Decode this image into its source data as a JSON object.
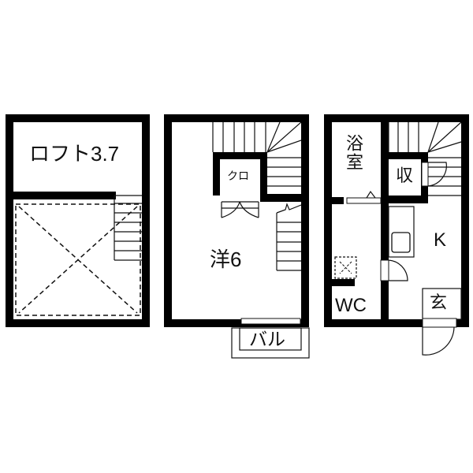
{
  "floor_plan": {
    "colors": {
      "wall": "#000000",
      "background": "#ffffff",
      "line": "#111111"
    },
    "panels": [
      {
        "id": "loft",
        "rooms": [
          {
            "label": "ロフト3.7"
          }
        ]
      },
      {
        "id": "second_floor",
        "rooms": [
          {
            "label": "洋6"
          },
          {
            "label": "クロ"
          },
          {
            "label": "バル"
          }
        ]
      },
      {
        "id": "first_floor",
        "rooms": [
          {
            "label": "浴室"
          },
          {
            "label": "収"
          },
          {
            "label": "K"
          },
          {
            "label": "WC"
          },
          {
            "label": "玄"
          }
        ]
      }
    ]
  }
}
